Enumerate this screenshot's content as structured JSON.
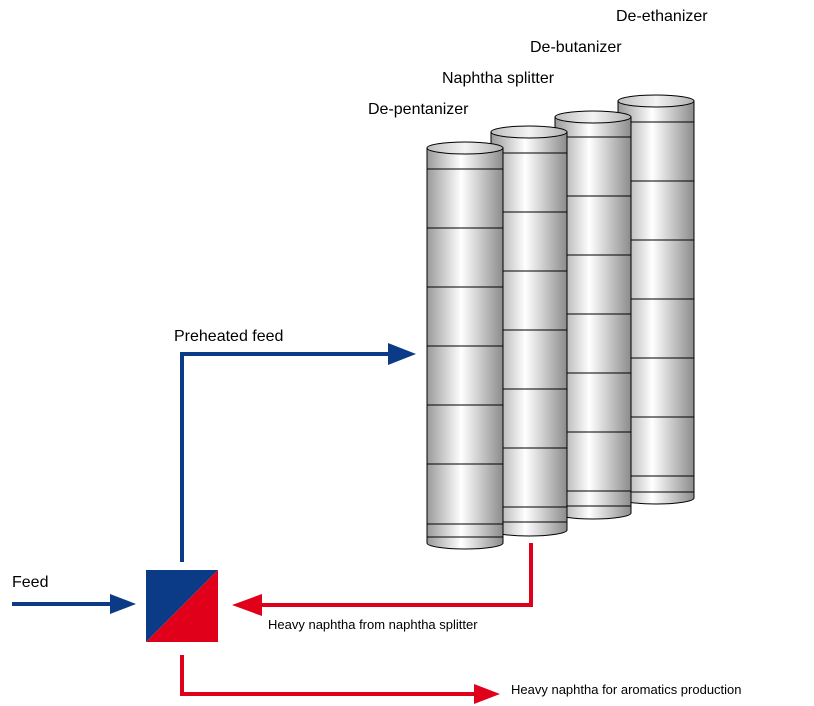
{
  "columns": [
    {
      "label": "De-ethanizer"
    },
    {
      "label": "De-butanizer"
    },
    {
      "label": "Naphtha splitter"
    },
    {
      "label": "De-pentanizer"
    }
  ],
  "streams": {
    "feed": "Feed",
    "preheated_feed": "Preheated feed",
    "heavy_from_splitter": "Heavy naphtha from naphtha splitter",
    "heavy_aromatics": "Heavy naphtha for aromatics production"
  },
  "colors": {
    "blue": "#0b3a86",
    "red": "#e0001a",
    "column_outline": "#000000"
  },
  "icons": {
    "heat_exchanger": "heat-exchanger-icon"
  }
}
